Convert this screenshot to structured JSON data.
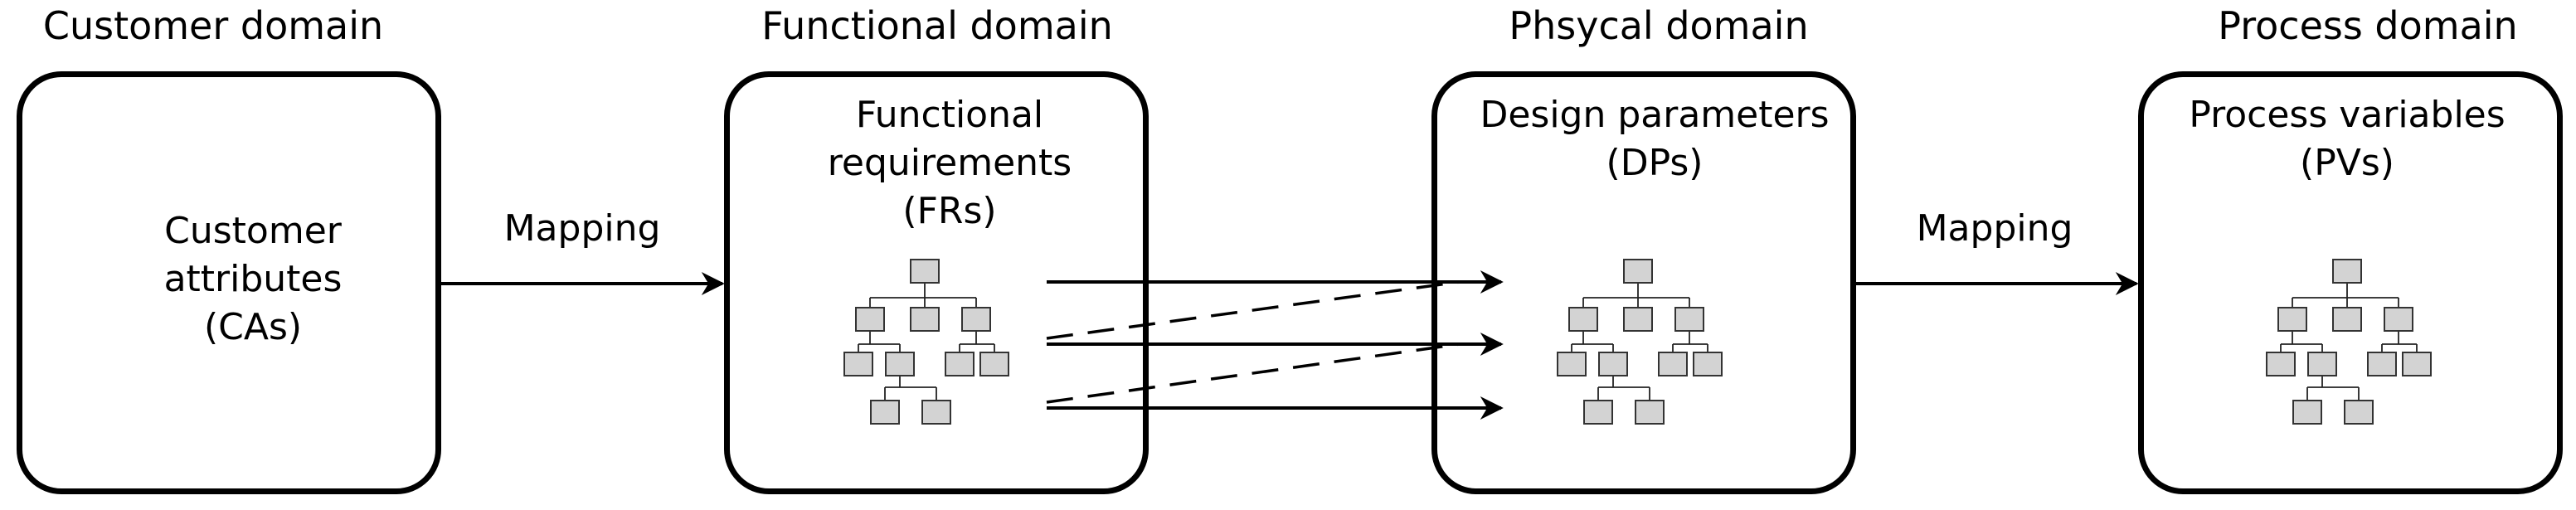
{
  "domains": [
    {
      "title": "Customer domain",
      "content": [
        "Customer",
        "attributes",
        "(CAs)"
      ]
    },
    {
      "title": "Functional domain",
      "content": [
        "Functional",
        "requirements",
        "(FRs)"
      ]
    },
    {
      "title": "Phsycal domain",
      "content": [
        "Design parameters",
        "(DPs)"
      ]
    },
    {
      "title": "Process domain",
      "content": [
        "Process variables",
        "(PVs)"
      ]
    }
  ],
  "mappings": [
    "Mapping",
    "Mapping"
  ],
  "colors": {
    "stroke": "#000000",
    "node_fill": "#d3d3d3",
    "node_stroke": "#333333"
  },
  "icons": [
    "hierarchy-tree-icon"
  ]
}
